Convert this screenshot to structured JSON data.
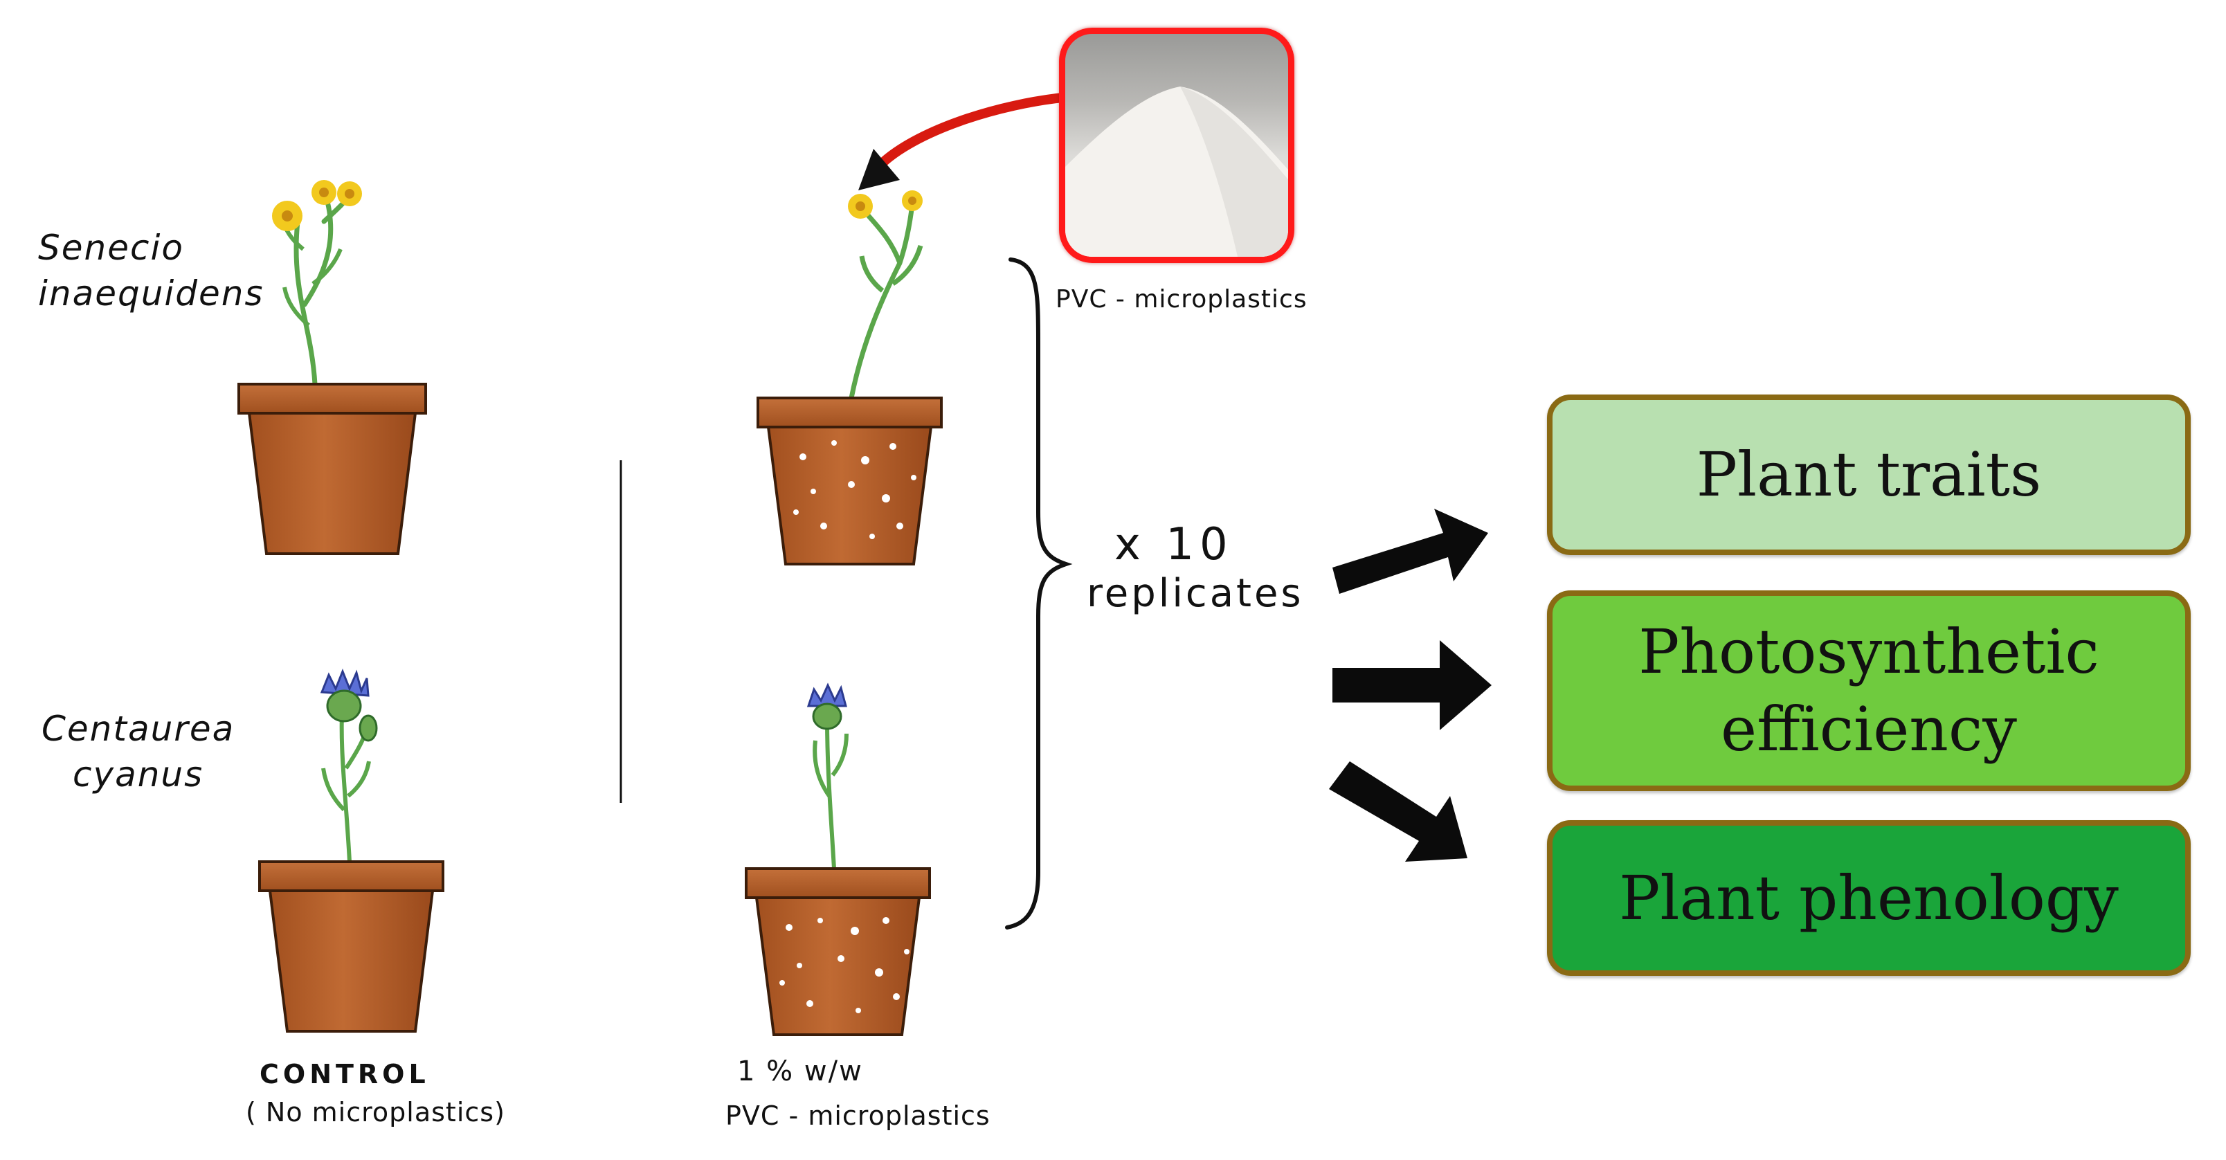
{
  "species": {
    "senecio_line1": "Senecio",
    "senecio_line2": "inaequidens",
    "centaurea_line1": "Centaurea",
    "centaurea_line2": "cyanus"
  },
  "labels": {
    "pvc_top": "PVC - microplastics",
    "control_title": "CONTROL",
    "control_sub": "( No microplastics)",
    "dose": "1 % w/w",
    "pvc_bottom": "PVC - microplastics",
    "replicate_count": "x 10",
    "replicate_label": "replicates"
  },
  "outcomes": [
    {
      "label": "Plant traits",
      "color": "#b8e0b0"
    },
    {
      "label": "Photosynthetic efficiency",
      "color": "#6fcb3e"
    },
    {
      "label": "Plant phenology",
      "color": "#1aa53a"
    }
  ],
  "colors": {
    "pot": "#b55e2a",
    "pot_dark": "#8c4016",
    "stem": "#5aa64a",
    "senecio_flower": "#f2c91e",
    "centaurea_flower": "#5b6fd6",
    "arrow_red": "#d81a10",
    "box_border": "#8a6a14"
  }
}
